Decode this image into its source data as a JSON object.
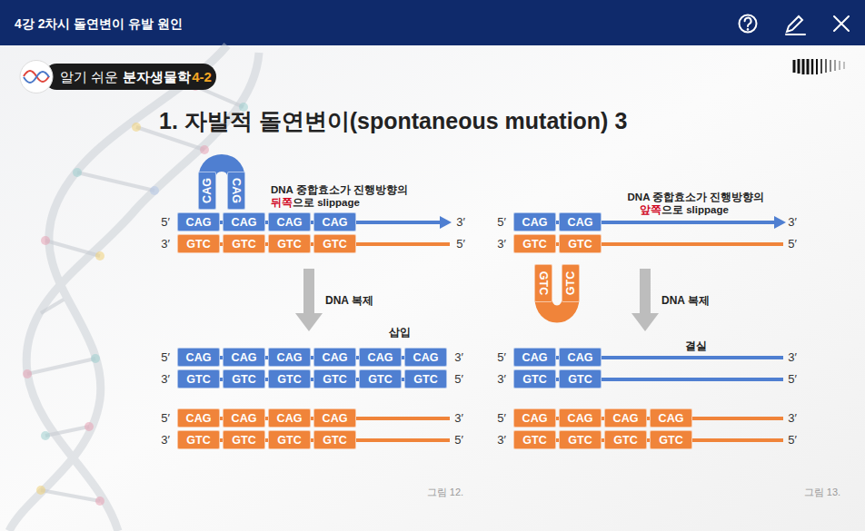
{
  "diagram": {
    "title": "1. 자발적 돌연변이(spontaneous mutation) 3",
    "nodes": [
      {
        "text": [
          "CAG"
        ]
      },
      {
        "text": [
          "CAG"
        ]
      },
      {
        "text": [
          "CAG"
        ]
      },
      {
        "text": [
          "CAG"
        ]
      },
      {
        "text": [
          "CAG"
        ]
      },
      {
        "text": [
          "CAG"
        ]
      },
      {
        "text": [
          "GTC"
        ]
      },
      {
        "text": [
          "GTC"
        ]
      },
      {
        "text": [
          "GTC"
        ]
      },
      {
        "text": [
          "GTC"
        ]
      },
      {
        "text": [
          "CAG"
        ]
      },
      {
        "text": [
          "CAG"
        ]
      },
      {
        "text": [
          "CAG"
        ]
      },
      {
        "text": [
          "CAG"
        ]
      },
      {
        "text": [
          "CAG"
        ]
      },
      {
        "text": [
          "CAG"
        ]
      },
      {
        "text": [
          "GTC"
        ]
      },
      {
        "text": [
          "GTC"
        ]
      },
      {
        "text": [
          "GTC"
        ]
      },
      {
        "text": [
          "GTC"
        ]
      },
      {
        "text": [
          "GTC"
        ]
      },
      {
        "text": [
          "GTC"
        ]
      },
      {
        "text": [
          "CAG"
        ]
      },
      {
        "text": [
          "CAG"
        ]
      },
      {
        "text": [
          "CAG"
        ]
      },
      {
        "text": [
          "CAG"
        ]
      },
      {
        "text": [
          "GTC"
        ]
      },
      {
        "text": [
          "GTC"
        ]
      },
      {
        "text": [
          "GTC"
        ]
      },
      {
        "text": [
          "GTC"
        ]
      },
      {
        "text": [
          "CAG"
        ]
      },
      {
        "text": [
          "CAG"
        ]
      },
      {
        "text": [
          "GTC"
        ]
      },
      {
        "text": [
          "GTC"
        ]
      },
      {
        "text": [
          "GTC"
        ]
      },
      {
        "text": [
          "GTC"
        ]
      },
      {
        "text": [
          "CAG"
        ]
      },
      {
        "text": [
          "CAG"
        ]
      },
      {
        "text": [
          "GTC"
        ]
      },
      {
        "text": [
          "GTC"
        ]
      },
      {
        "text": [
          "CAG"
        ]
      },
      {
        "text": [
          "CAG"
        ]
      },
      {
        "text": [
          "CAG"
        ]
      },
      {
        "text": [
          "CAG"
        ]
      },
      {
        "text": [
          "GTC"
        ]
      },
      {
        "text": [
          "GTC"
        ]
      },
      {
        "text": [
          "GTC"
        ]
      },
      {
        "text": [
          "GTC"
        ]
      }
    ],
    "labels": [
      "4강 2차시 돌연변이 유발 원인",
      "알기 쉬운",
      "분자생물학",
      "4-2",
      "DNA 중합효소가 진행방향의",
      "뒤쪽",
      "으로 slippage",
      "DNA 중합효소가 진행방향의",
      "앞쪽",
      "으로 slippage",
      "5′",
      "3′",
      "3′",
      "5′",
      "5′",
      "3′",
      "3′",
      "5′",
      "DNA 복제",
      "DNA 복제",
      "삽입",
      "결실",
      "5′",
      "3′",
      "3′",
      "5′",
      "5′",
      "3′",
      "3′",
      "5′",
      "5′",
      "3′",
      "3′",
      "5′",
      "5′",
      "3′",
      "3′",
      "5′",
      "그림 12.",
      "그림 13."
    ]
  }
}
